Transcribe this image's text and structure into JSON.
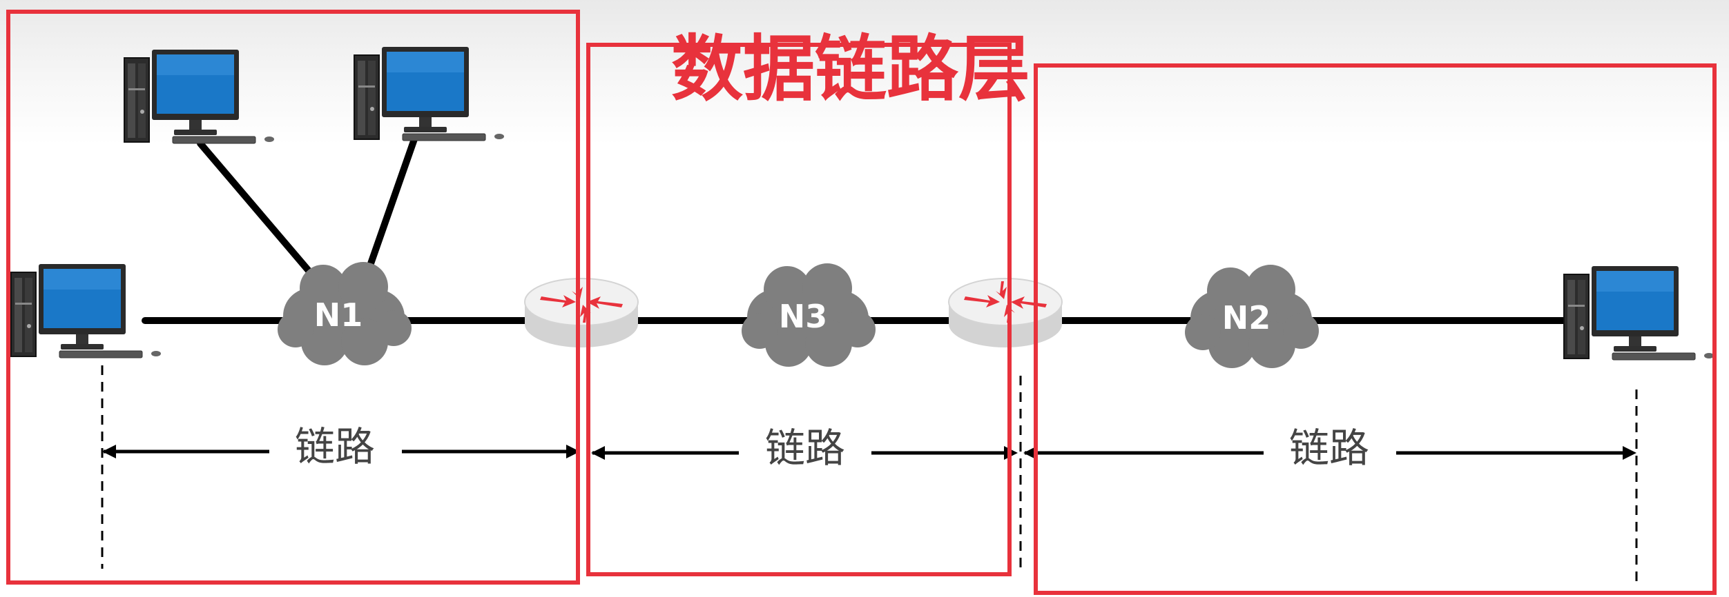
{
  "title": "数据链路层",
  "clouds": [
    {
      "id": "n1",
      "label": "N1"
    },
    {
      "id": "n3",
      "label": "N3"
    },
    {
      "id": "n2",
      "label": "N2"
    }
  ],
  "links": [
    {
      "id": "link-1",
      "label": "链路"
    },
    {
      "id": "link-2",
      "label": "链路"
    },
    {
      "id": "link-3",
      "label": "链路"
    }
  ],
  "colors": {
    "highlight_box": "#e8323c",
    "title": "#e8323c",
    "cloud": "#7f7f7f",
    "line": "#000000",
    "router_arrow": "#e8323c",
    "screen": "#1a78c8"
  },
  "icons": [
    "computer-icon",
    "router-icon",
    "cloud-icon"
  ]
}
